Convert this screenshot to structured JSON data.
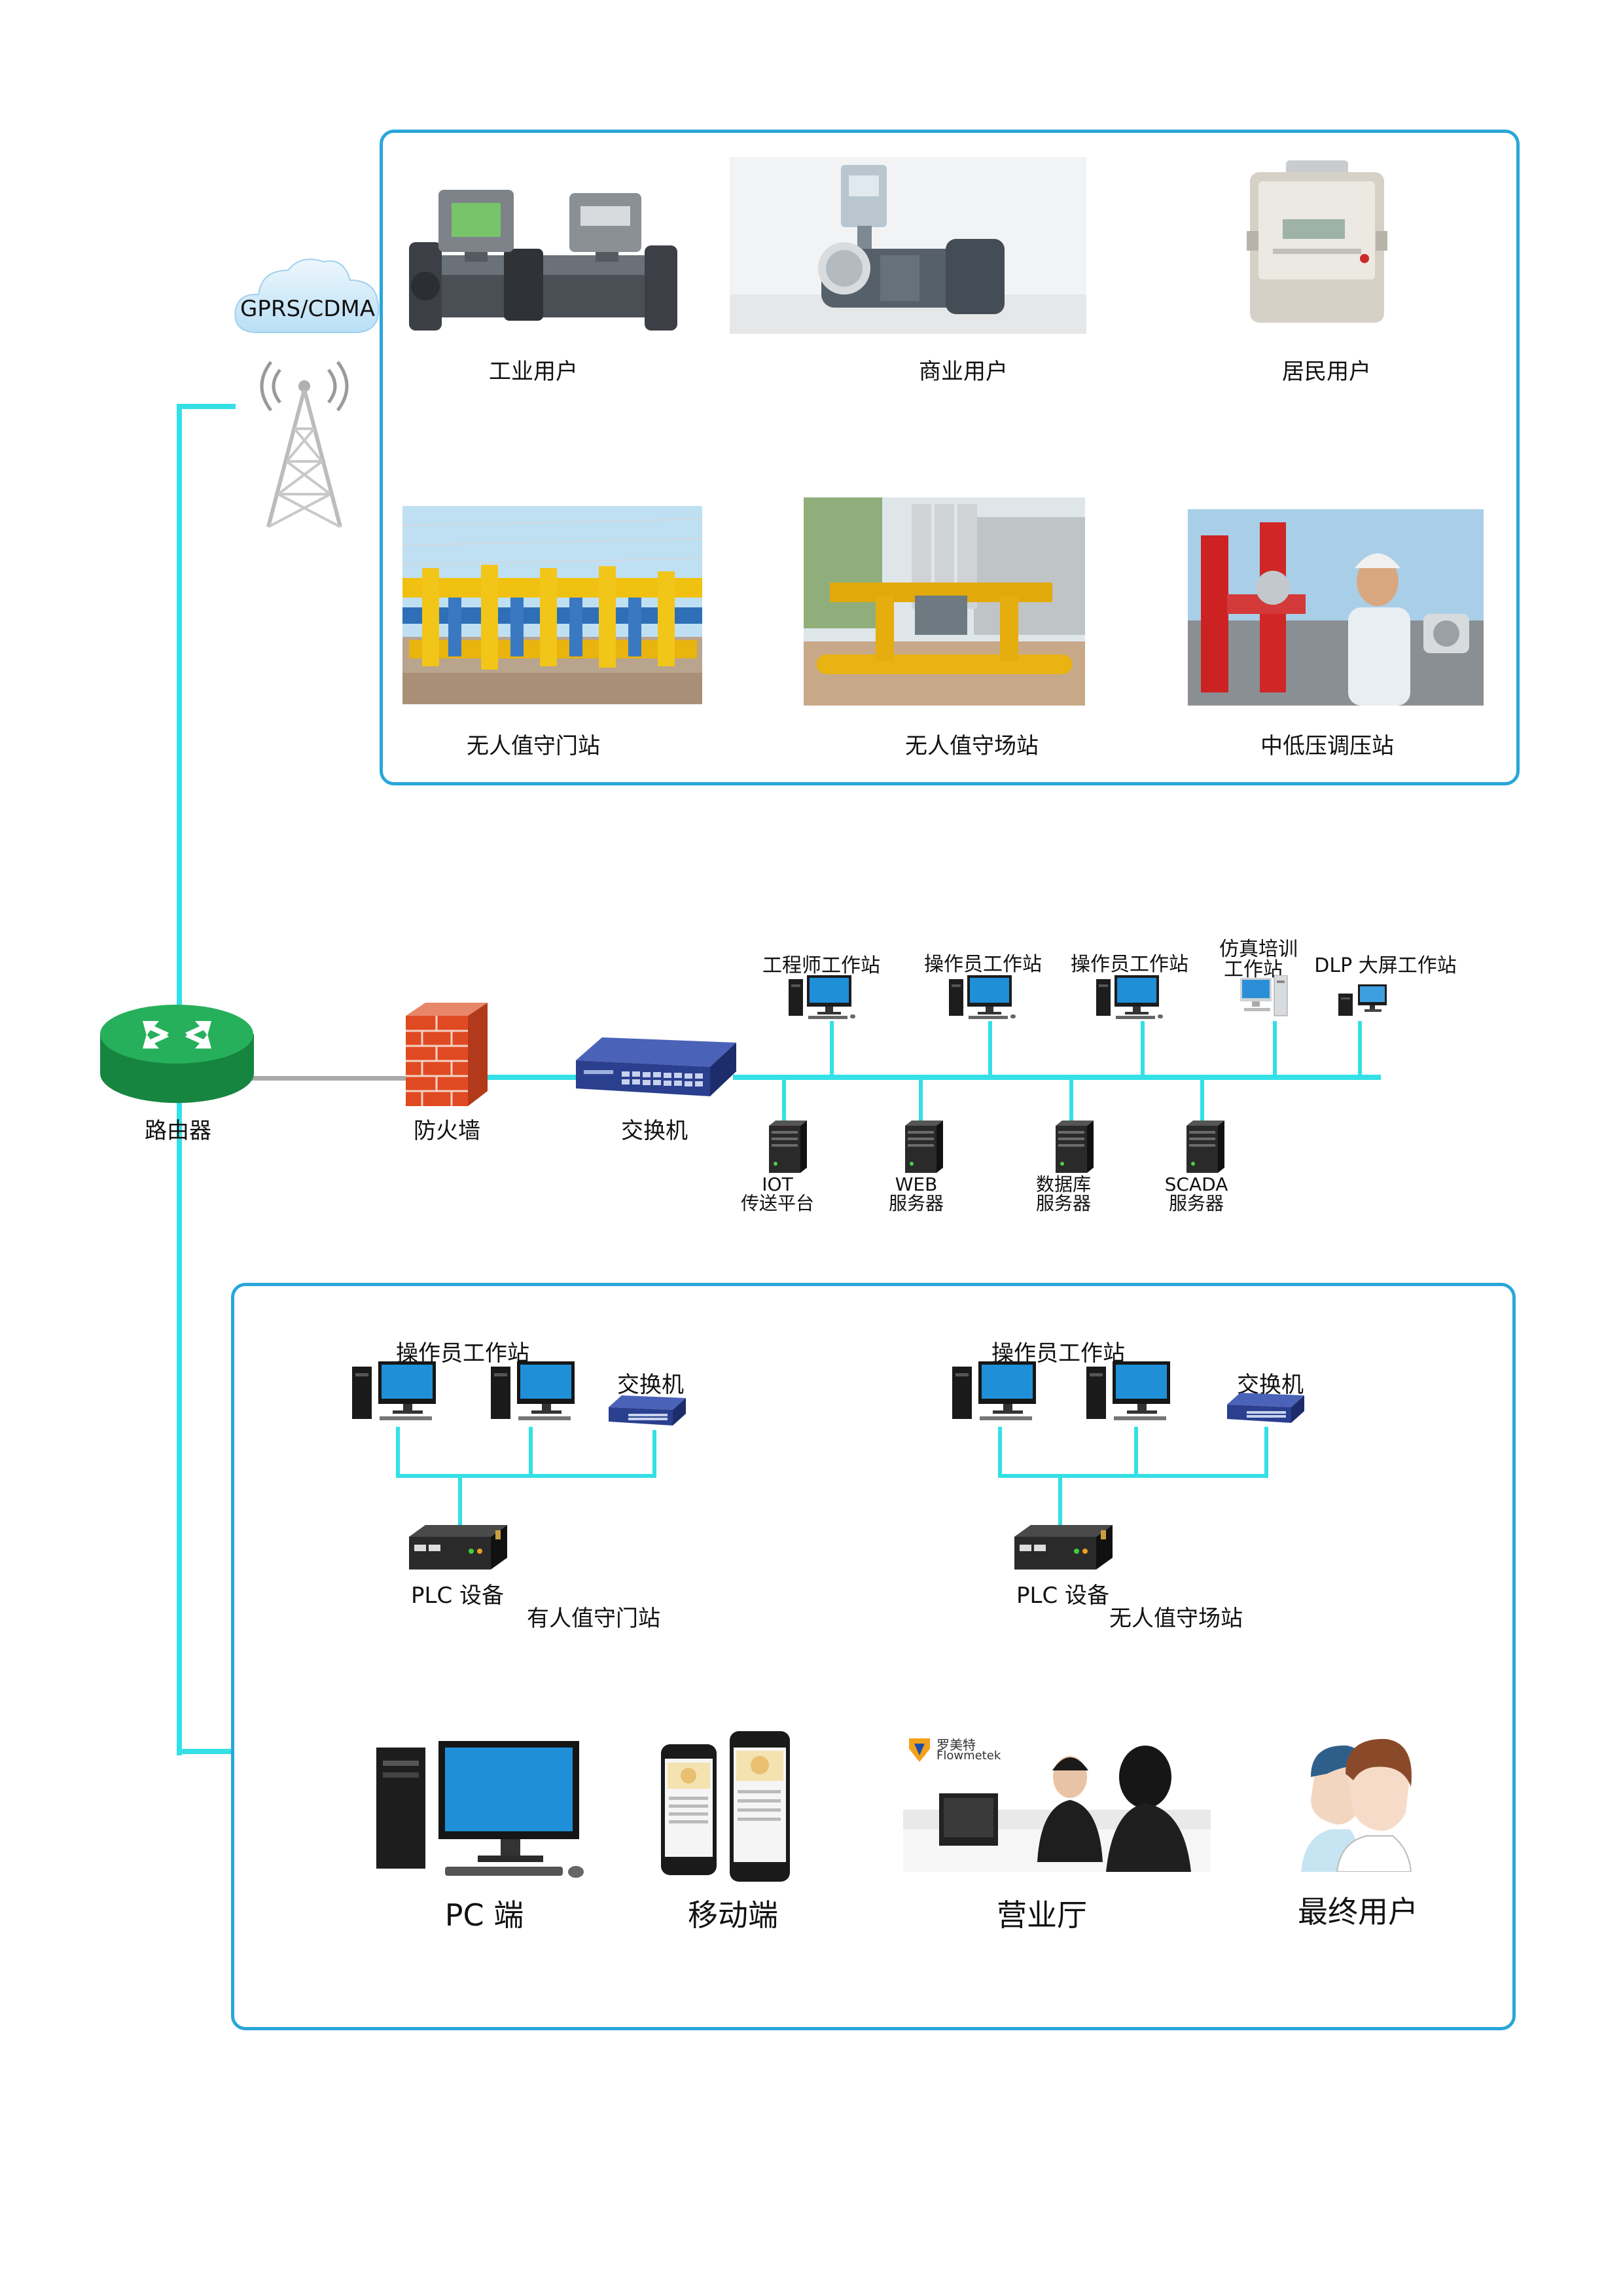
{
  "cloud": {
    "label": "GPRS/CDMA"
  },
  "top_panel": {
    "items": [
      {
        "label": "工业用户",
        "icon": "industrial-flowmeter-photo"
      },
      {
        "label": "商业用户",
        "icon": "commercial-meter-photo"
      },
      {
        "label": "居民用户",
        "icon": "residential-gas-meter-photo"
      },
      {
        "label": "无人值守门站",
        "icon": "gate-station-photo"
      },
      {
        "label": "无人值守场站",
        "icon": "station-photo"
      },
      {
        "label": "中低压调压站",
        "icon": "pressure-regulating-station-photo"
      }
    ]
  },
  "network": {
    "router": "路由器",
    "firewall": "防火墙",
    "switch": "交换机",
    "workstations": [
      {
        "label": "工程师工作站"
      },
      {
        "label": "操作员工作站"
      },
      {
        "label": "操作员工作站"
      },
      {
        "label_line1": "仿真培训",
        "label_line2": "工作站"
      },
      {
        "label": "DLP 大屏工作站"
      }
    ],
    "servers": [
      {
        "line1": "IOT",
        "line2": "传送平台"
      },
      {
        "line1": "WEB",
        "line2": "服务器"
      },
      {
        "line1": "数据库",
        "line2": "服务器"
      },
      {
        "line1": "SCADA",
        "line2": "服务器"
      }
    ]
  },
  "bottom_panel": {
    "sites": [
      {
        "workstation": "操作员工作站",
        "switch": "交换机",
        "plc": "PLC 设备",
        "site": "有人值守门站"
      },
      {
        "workstation": "操作员工作站",
        "switch": "交换机",
        "plc": "PLC 设备",
        "site": "无人值守场站"
      }
    ],
    "clients": [
      {
        "label": "PC 端"
      },
      {
        "label": "移动端"
      },
      {
        "label": "营业厅",
        "logo_cn": "罗美特",
        "logo_en": "Flowmetek"
      },
      {
        "label": "最终用户"
      }
    ]
  },
  "colors": {
    "line": "#33e0e6",
    "panel_border": "#2aa6d9",
    "router": "#1f9e55",
    "brick": "#d9461e"
  }
}
